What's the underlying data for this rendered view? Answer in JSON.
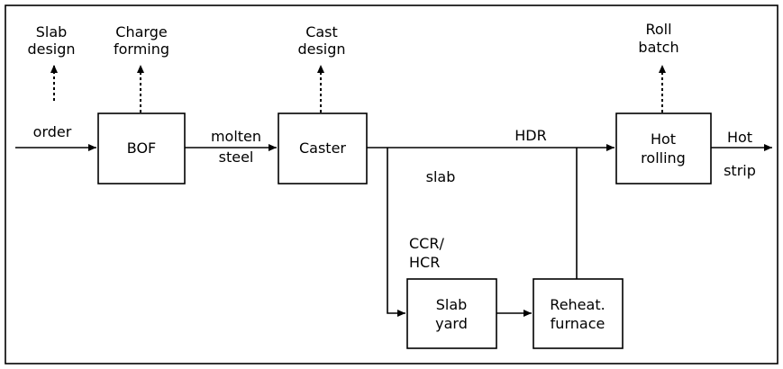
{
  "nodes": {
    "bof": "BOF",
    "caster": "Caster",
    "slab_yard": [
      "Slab",
      "yard"
    ],
    "reheat_furnace": [
      "Reheat.",
      "furnace"
    ],
    "hot_rolling": [
      "Hot",
      "rolling"
    ]
  },
  "outputs": {
    "slab_design": [
      "Slab",
      "design"
    ],
    "charge_forming": [
      "Charge",
      "forming"
    ],
    "cast_design": [
      "Cast",
      "design"
    ],
    "roll_batch": [
      "Roll",
      "batch"
    ]
  },
  "flow_labels": {
    "order": "order",
    "molten_steel": [
      "molten",
      "steel"
    ],
    "hdr": "HDR",
    "slab": "slab",
    "ccr_hcr": [
      "CCR/",
      "HCR"
    ],
    "hot_strip": [
      "Hot",
      "strip"
    ]
  }
}
